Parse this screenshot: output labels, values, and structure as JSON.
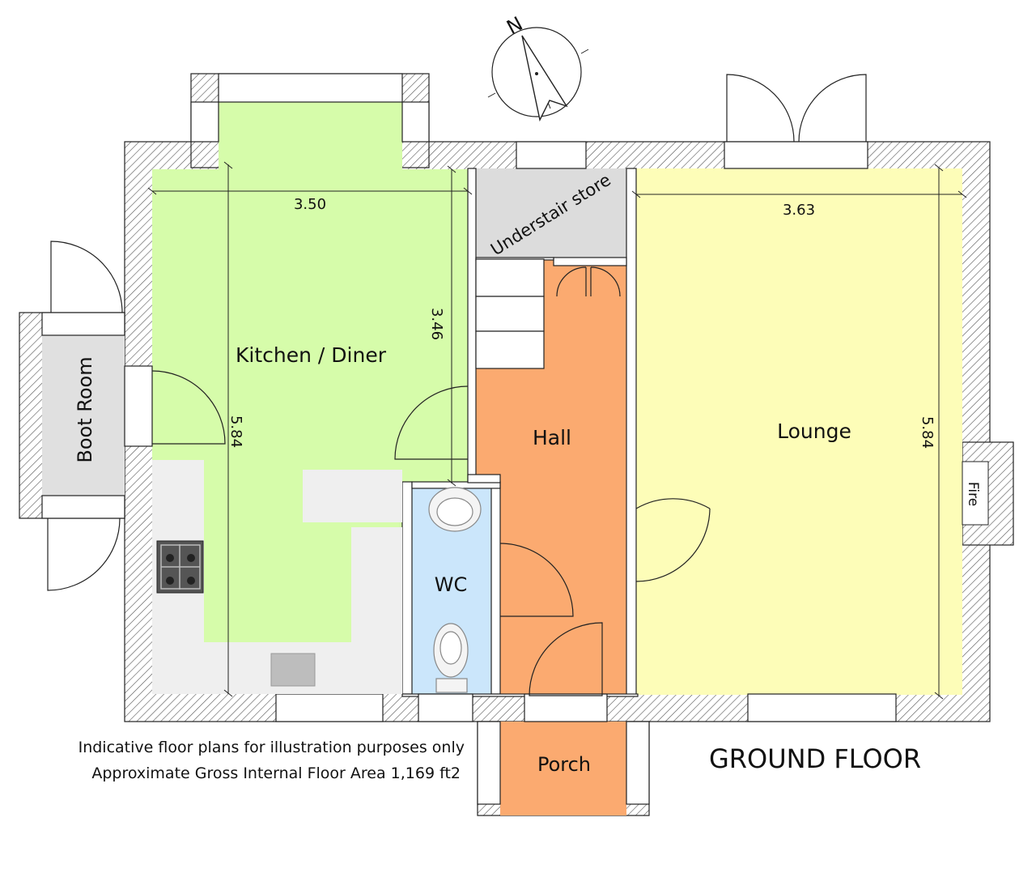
{
  "floor_title": "GROUND FLOOR",
  "notes": {
    "line1": "Indicative floor plans for illustration purposes only",
    "line2": "Approximate Gross Internal Floor Area 1,169 ft2"
  },
  "compass": {
    "label": "N"
  },
  "rooms": {
    "kitchen": {
      "label": "Kitchen / Diner",
      "color": "#d6fcaa"
    },
    "boot_room": {
      "label": "Boot Room",
      "color": "#e0e0e0"
    },
    "understair": {
      "label": "Understair store",
      "color": "#dcdcdc"
    },
    "hall": {
      "label": "Hall",
      "color": "#fbaa70"
    },
    "wc": {
      "label": "WC",
      "color": "#cbe6fb"
    },
    "lounge": {
      "label": "Lounge",
      "color": "#fdfdb8"
    },
    "porch": {
      "label": "Porch",
      "color": "#fbaa70"
    },
    "fire": {
      "label": "Fire"
    }
  },
  "dimensions": {
    "kitchen_width": "3.50",
    "kitchen_depth_upper": "3.46",
    "kitchen_depth": "5.84",
    "lounge_width": "3.63",
    "lounge_depth": "5.84"
  }
}
